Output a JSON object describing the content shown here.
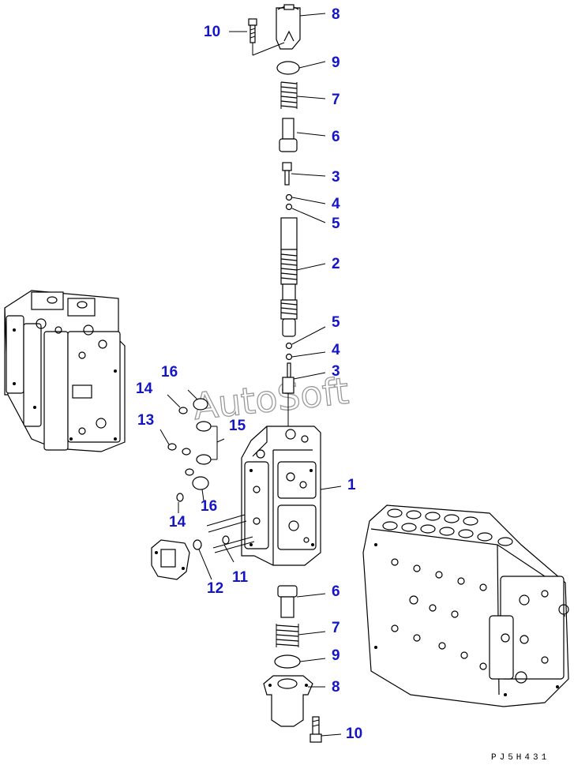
{
  "diagram": {
    "drawing_code": "PJ5H431",
    "watermark": "AutoSoft",
    "callouts": [
      {
        "id": "c10a",
        "label": "10"
      },
      {
        "id": "c8a",
        "label": "8"
      },
      {
        "id": "c9a",
        "label": "9"
      },
      {
        "id": "c7a",
        "label": "7"
      },
      {
        "id": "c6a",
        "label": "6"
      },
      {
        "id": "c3a",
        "label": "3"
      },
      {
        "id": "c4a",
        "label": "4"
      },
      {
        "id": "c5a",
        "label": "5"
      },
      {
        "id": "c2",
        "label": "2"
      },
      {
        "id": "c5b",
        "label": "5"
      },
      {
        "id": "c4b",
        "label": "4"
      },
      {
        "id": "c3b",
        "label": "3"
      },
      {
        "id": "c16a",
        "label": "16"
      },
      {
        "id": "c14a",
        "label": "14"
      },
      {
        "id": "c13",
        "label": "13"
      },
      {
        "id": "c15",
        "label": "15"
      },
      {
        "id": "c1",
        "label": "1"
      },
      {
        "id": "c16b",
        "label": "16"
      },
      {
        "id": "c14b",
        "label": "14"
      },
      {
        "id": "c11",
        "label": "11"
      },
      {
        "id": "c12",
        "label": "12"
      },
      {
        "id": "c6b",
        "label": "6"
      },
      {
        "id": "c7b",
        "label": "7"
      },
      {
        "id": "c9b",
        "label": "9"
      },
      {
        "id": "c8b",
        "label": "8"
      },
      {
        "id": "c10b",
        "label": "10"
      }
    ]
  }
}
